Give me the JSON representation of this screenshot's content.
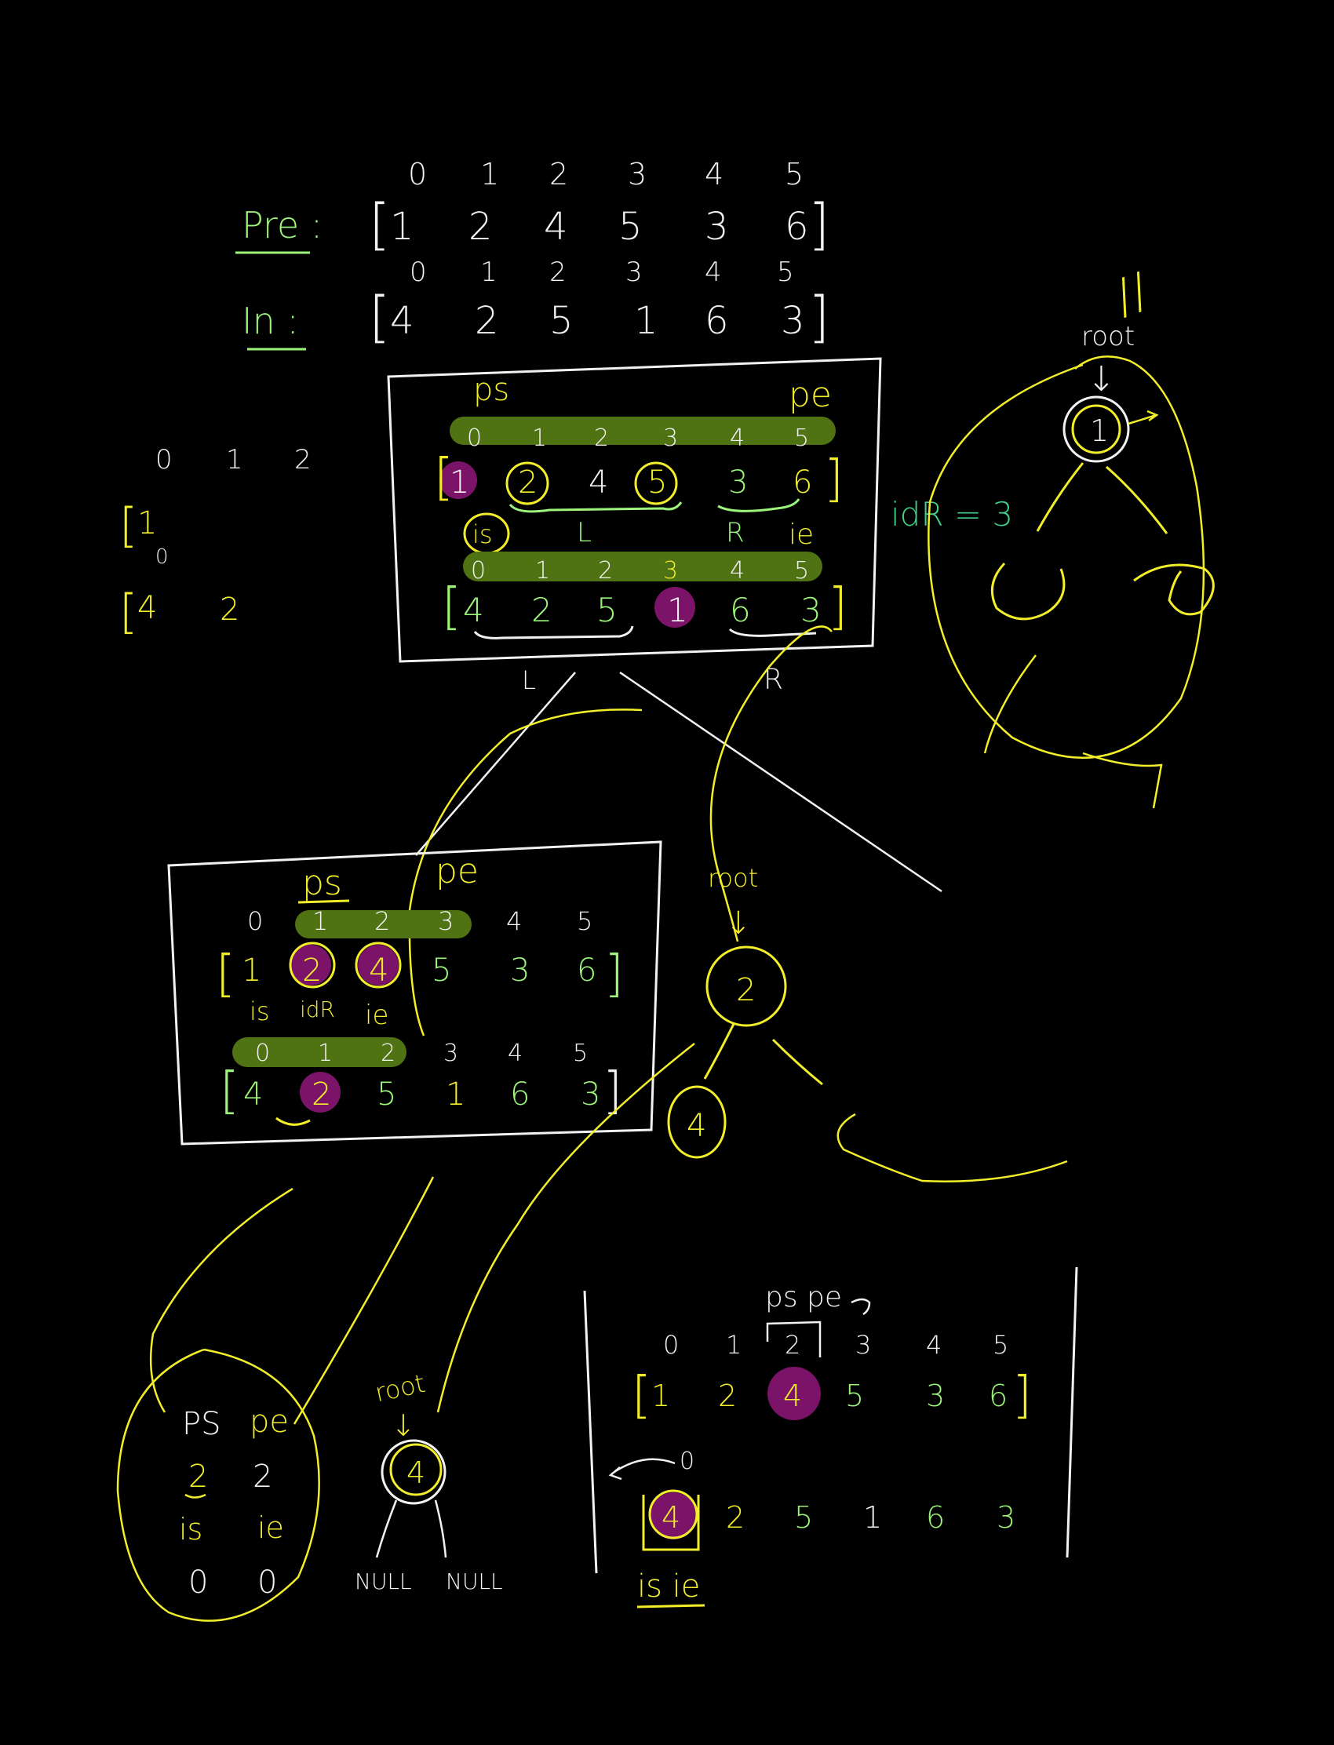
{
  "colors": {
    "background": "#000000",
    "white": "#f2f2f2",
    "yellow": "#f2ee2a",
    "green": "#9cf57a",
    "bar": "#4f7212",
    "purple": "#7b1468",
    "teal": "#43d18a"
  },
  "top": {
    "pre_label": "Pre :",
    "in_label": "In :",
    "pre_indices": [
      "0",
      "1",
      "2",
      "3",
      "4",
      "5"
    ],
    "pre_values": [
      "1",
      "2",
      "4",
      "5",
      "3",
      "6"
    ],
    "in_indices": [
      "0",
      "1",
      "2",
      "3",
      "4",
      "5"
    ],
    "in_values": [
      "4",
      "2",
      "5",
      "1",
      "6",
      "3"
    ],
    "open_bracket": "[",
    "close_bracket": "]"
  },
  "left_scratch": {
    "indices": [
      "0",
      "1",
      "2"
    ],
    "row1": [
      "1"
    ],
    "index2": "0",
    "row2": [
      "4",
      "2"
    ]
  },
  "box1": {
    "ps": "ps",
    "pe": "pe",
    "indices": [
      "0",
      "1",
      "2",
      "3",
      "4",
      "5"
    ],
    "pre": [
      "1",
      "2",
      "4",
      "5",
      "3",
      "6"
    ],
    "is": "is",
    "L": "L",
    "R": "R",
    "ie": "ie",
    "in_indices": [
      "0",
      "1",
      "2",
      "3",
      "4",
      "5"
    ],
    "in": [
      "4",
      "2",
      "5",
      "1",
      "6",
      "3"
    ],
    "below_L": "L",
    "below_R": "R"
  },
  "tree1": {
    "marks": "//",
    "root_label": "root",
    "arrow": "↓",
    "root_value": "1",
    "idx_label": "idR = 3"
  },
  "box2": {
    "ps": "ps",
    "pe": "pe",
    "indices": [
      "0",
      "1",
      "2",
      "3",
      "4",
      "5"
    ],
    "pre": [
      "1",
      "2",
      "4",
      "5",
      "3",
      "6"
    ],
    "is": "is",
    "idx": "idR",
    "ie": "ie",
    "in_indices": [
      "0",
      "1",
      "2",
      "3",
      "4",
      "5"
    ],
    "in": [
      "4",
      "2",
      "5",
      "1",
      "6",
      "3"
    ]
  },
  "tree2": {
    "root_label": "root",
    "arrow": "↓",
    "root_value": "2",
    "left_child": "4"
  },
  "circle_calc": {
    "ps": "PS",
    "pe": "pe",
    "ps_val": "2",
    "pe_val": "2",
    "is": "is",
    "ie": "ie",
    "is_val": "0",
    "ie_val": "0"
  },
  "tree3": {
    "root_label": "root",
    "arrow": "↓",
    "root_value": "4",
    "null_left": "NULL",
    "null_right": "NULL"
  },
  "panel3": {
    "ps_pe": "ps pe",
    "indices": [
      "0",
      "1",
      "2",
      "3",
      "4",
      "5"
    ],
    "pre": [
      "1",
      "2",
      "4",
      "5",
      "3",
      "6"
    ],
    "zero": "0",
    "in": [
      "4",
      "2",
      "5",
      "1",
      "6",
      "3"
    ],
    "is_ie": "is ie"
  }
}
